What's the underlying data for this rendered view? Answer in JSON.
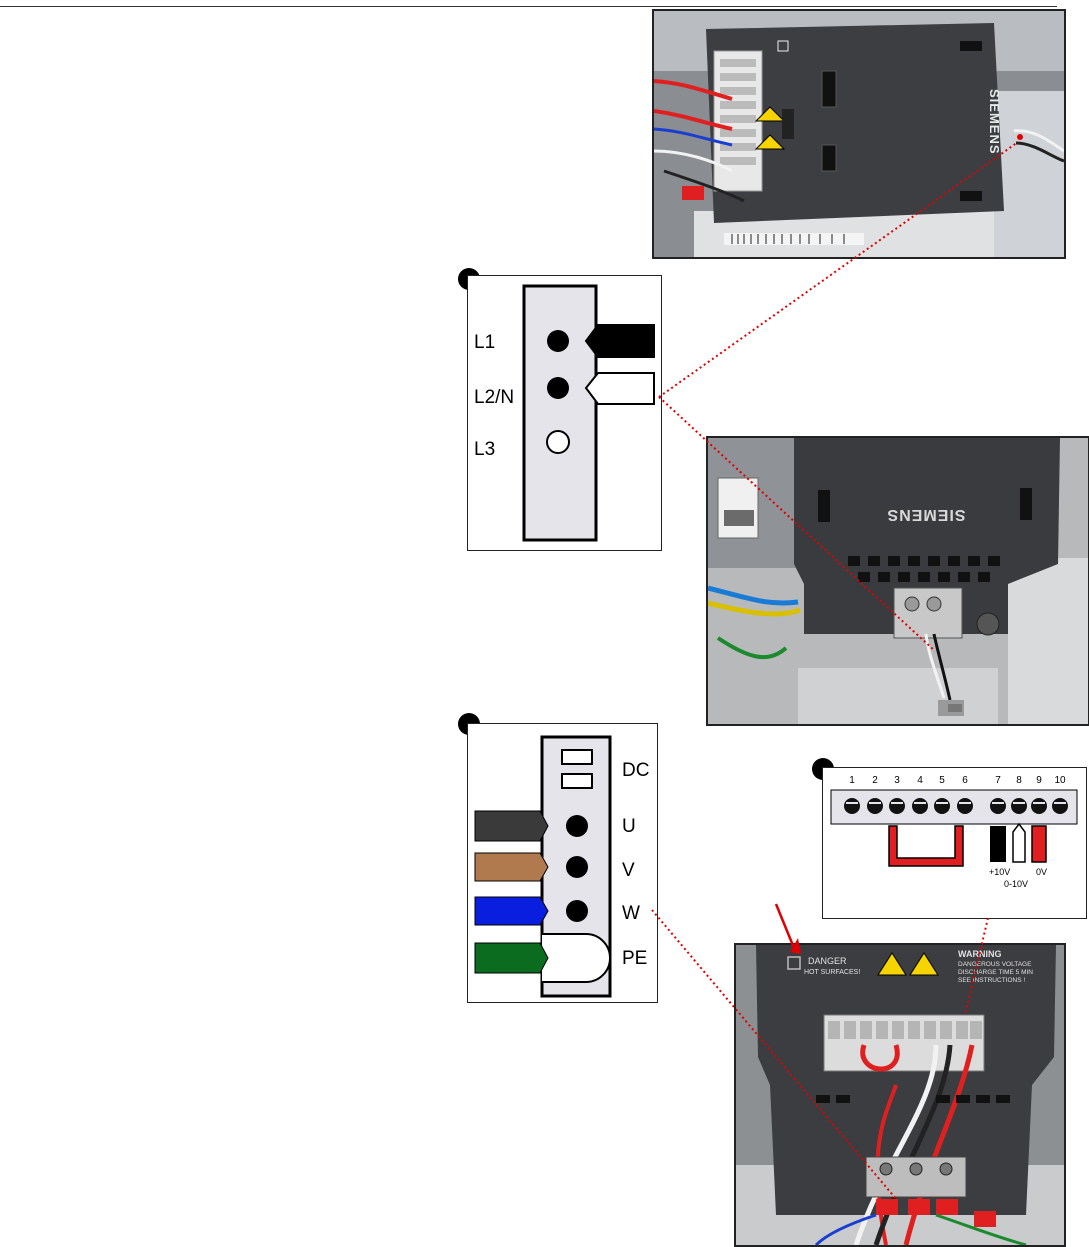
{
  "power_terminal": {
    "labels": [
      "L1",
      "L2/N",
      "L3"
    ]
  },
  "motor_terminal": {
    "labels": [
      "DC",
      "U",
      "V",
      "W",
      "PE"
    ],
    "wire_colors": [
      "#3a3a3a",
      "#b07a4e",
      "#0a1ee0",
      "#0b6b1e"
    ]
  },
  "control_terminal": {
    "numbers": [
      "1",
      "2",
      "3",
      "4",
      "5",
      "6",
      "7",
      "8",
      "9",
      "10"
    ],
    "voltage_labels": [
      "+10V",
      "0-10V",
      "0V"
    ]
  },
  "photos": {
    "brand": "SIEMENS",
    "warning_title": "WARNING",
    "warning_lines": [
      "DANGEROUS VOLTAGE",
      "DISCHARGE TIME 5 MIN",
      "SEE INSTRUCTIONS !"
    ],
    "danger_title": "DANGER",
    "danger_line": "HOT SURFACES!"
  },
  "colors": {
    "leader_line": "#e00000",
    "jumper_red": "#e02020",
    "panel_fill": "#e4e4ea"
  }
}
